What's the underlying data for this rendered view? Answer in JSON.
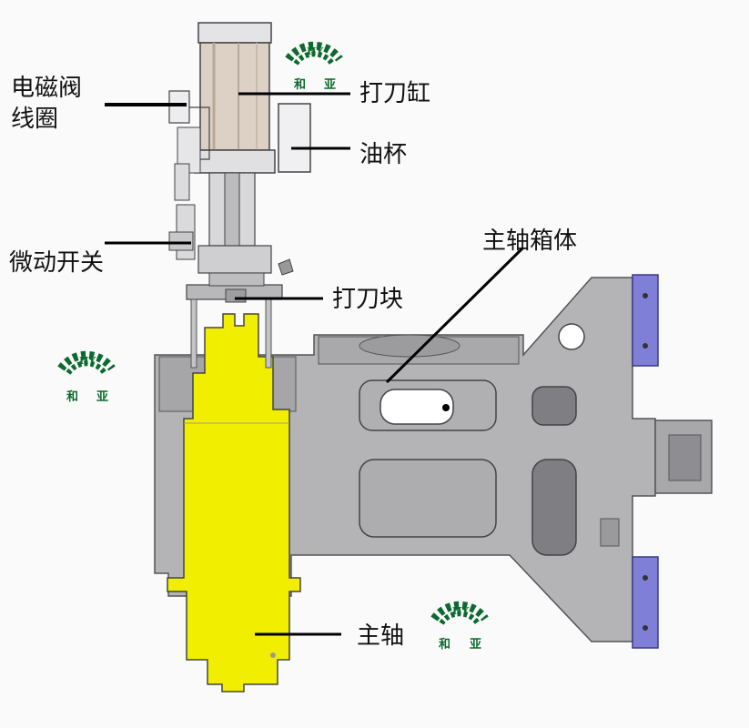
{
  "labels": {
    "solenoid_coil_line1": "电磁阀",
    "solenoid_coil_line2": "线圈",
    "cylinder": "打刀缸",
    "oil_cup": "油杯",
    "micro_switch": "微动开关",
    "spindle_box": "主轴箱体",
    "knife_block": "打刀块",
    "spindle": "主轴"
  },
  "logo": {
    "text": "HY",
    "char_left": "和",
    "char_right": "亚"
  },
  "colors": {
    "background": "#fafafa",
    "housing_gray": "#b4b4b6",
    "housing_dark": "#8e8e92",
    "spindle_yellow": "#f2ee00",
    "rail_purple": "#7f7fd8",
    "cylinder_body": "#ddd0c4",
    "logo_green": "#0c6a2e",
    "leader_line": "#000000"
  }
}
